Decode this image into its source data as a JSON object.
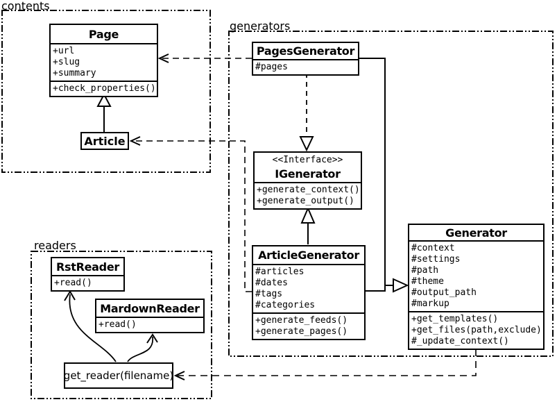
{
  "diagram": {
    "title": "Pelican content/generators/readers UML class diagram",
    "colors": {
      "line": "#000000",
      "background": "#ffffff"
    },
    "packages": [
      {
        "id": "contents",
        "label": "contents"
      },
      {
        "id": "generators",
        "label": "generators"
      },
      {
        "id": "readers",
        "label": "readers"
      }
    ],
    "classes": {
      "page": {
        "name": "Page",
        "attributes": [
          "+url",
          "+slug",
          "+summary"
        ],
        "methods": [
          "+check_properties()"
        ]
      },
      "article": {
        "name": "Article"
      },
      "pages_generator": {
        "name": "PagesGenerator",
        "attributes": [
          "#pages"
        ]
      },
      "igenerator": {
        "stereotype": "<<Interface>>",
        "name": "IGenerator",
        "methods": [
          "+generate_context()",
          "+generate_output()"
        ]
      },
      "article_generator": {
        "name": "ArticleGenerator",
        "attributes": [
          "#articles",
          "#dates",
          "#tags",
          "#categories"
        ],
        "methods": [
          "+generate_feeds()",
          "+generate_pages()"
        ]
      },
      "generator": {
        "name": "Generator",
        "attributes": [
          "#context",
          "#settings",
          "#path",
          "#theme",
          "#output_path",
          "#markup"
        ],
        "methods": [
          "+get_templates()",
          "+get_files(path,exclude)",
          "#_update_context()"
        ]
      },
      "rst_reader": {
        "name": "RstReader",
        "methods": [
          "+read()"
        ]
      },
      "mardown_reader": {
        "name": "MardownReader",
        "methods": [
          "+read()"
        ]
      },
      "get_reader": {
        "label": "get_reader(filename)"
      }
    },
    "relationships": [
      {
        "from": "Article",
        "to": "Page",
        "type": "generalization"
      },
      {
        "from": "PagesGenerator",
        "to": "Page",
        "type": "dependency"
      },
      {
        "from": "PagesGenerator",
        "to": "IGenerator",
        "type": "realization"
      },
      {
        "from": "ArticleGenerator",
        "to": "IGenerator",
        "type": "generalization"
      },
      {
        "from": "PagesGenerator",
        "to": "Generator",
        "type": "generalization"
      },
      {
        "from": "ArticleGenerator",
        "to": "Generator",
        "type": "generalization"
      },
      {
        "from": "ArticleGenerator",
        "to": "Article",
        "type": "dependency"
      },
      {
        "from": "Generator",
        "to": "get_reader(filename)",
        "type": "dependency"
      },
      {
        "from": "get_reader(filename)",
        "to": "RstReader",
        "type": "arrow"
      },
      {
        "from": "get_reader(filename)",
        "to": "MardownReader",
        "type": "arrow"
      }
    ]
  }
}
